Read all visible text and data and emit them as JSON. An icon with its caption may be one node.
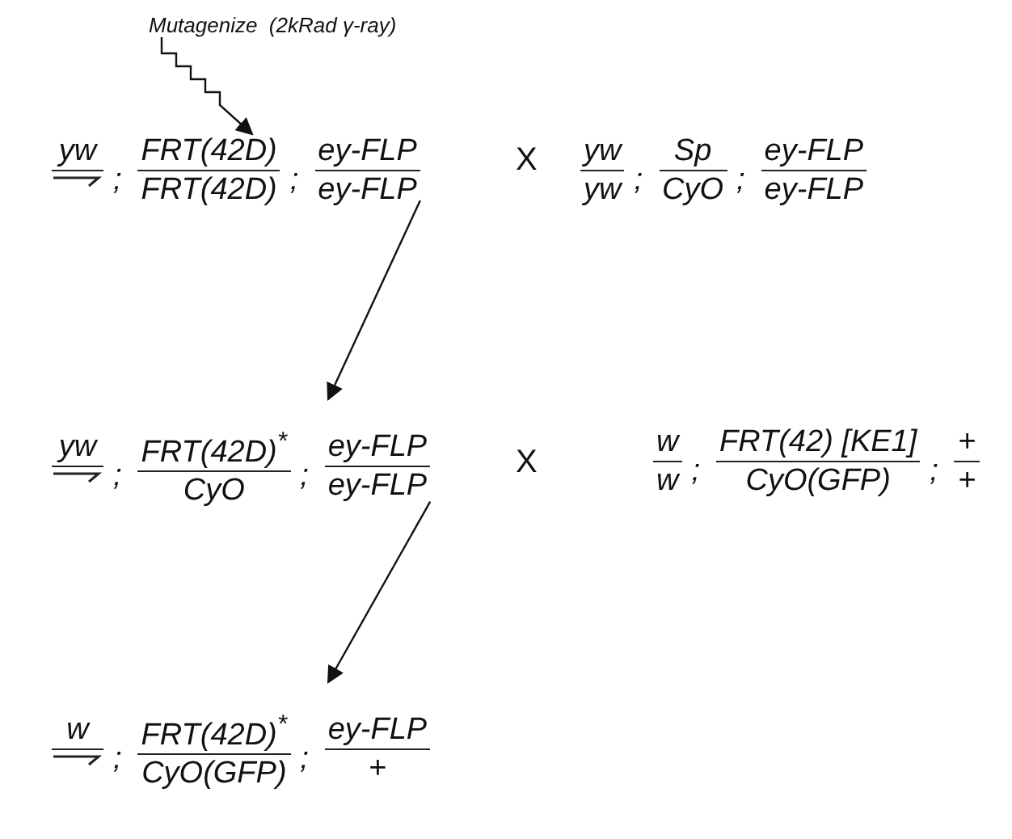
{
  "diagram": {
    "nodes": [
      {
        "text": [
          "Mutagenize  (2kRad γ-ray)"
        ]
      },
      {
        "text": [
          "yw",
          ";",
          "FRT(42D)",
          "FRT(42D)",
          ";",
          "ey-FLP",
          "ey-FLP"
        ]
      },
      {
        "text": [
          "yw",
          "yw",
          ";",
          "Sp",
          "CyO",
          ";",
          "ey-FLP",
          "ey-FLP"
        ]
      },
      {
        "text": [
          "yw",
          ";",
          "FRT(42D)$^{*}$",
          "CyO",
          ";",
          "ey-FLP",
          "ey-FLP"
        ]
      },
      {
        "text": [
          "w",
          "w",
          ";",
          "FRT(42) [KE1]",
          "CyO(GFP)",
          ";",
          "+",
          "+"
        ]
      },
      {
        "text": [
          "w",
          ";",
          "FRT(42D)$^{*}$",
          "CyO(GFP)",
          ";",
          "ey-FLP",
          "+"
        ]
      }
    ],
    "edges": [
      {
        "from": 0,
        "to": 1,
        "arrow": "to"
      },
      {
        "from": 1,
        "to": 3,
        "arrow": "to"
      },
      {
        "from": 3,
        "to": 5,
        "arrow": "to"
      }
    ],
    "labels": [
      "X",
      "X"
    ]
  }
}
